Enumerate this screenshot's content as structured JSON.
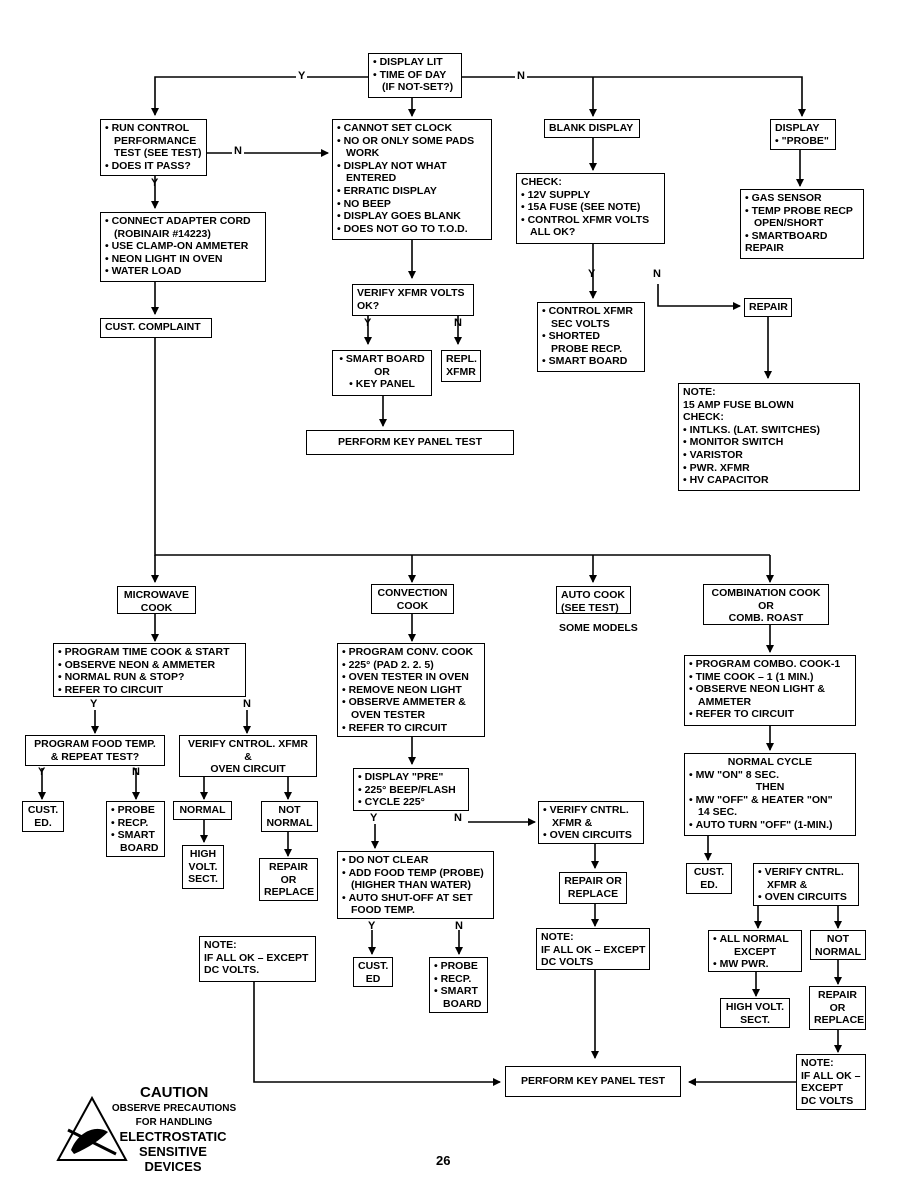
{
  "boxes": {
    "b_start": {
      "lines": [
        {
          "t": "DISPLAY LIT",
          "b": true
        },
        {
          "t": "TIME OF DAY",
          "b": true
        },
        {
          "t": "(IF NOT-SET?)",
          "c": true
        }
      ]
    },
    "b_run": {
      "lines": [
        {
          "t": "RUN CONTROL",
          "b": true
        },
        {
          "t": "PERFORMANCE",
          "c": true
        },
        {
          "t": "TEST (SEE TEST)",
          "c": true
        },
        {
          "t": "DOES IT PASS?",
          "b": true
        }
      ]
    },
    "b_cannot": {
      "lines": [
        {
          "t": "CANNOT SET CLOCK",
          "b": true
        },
        {
          "t": "NO OR ONLY SOME PADS",
          "b": true
        },
        {
          "t": "WORK",
          "c": true
        },
        {
          "t": "DISPLAY NOT WHAT",
          "b": true
        },
        {
          "t": "ENTERED",
          "c": true
        },
        {
          "t": "ERRATIC DISPLAY",
          "b": true
        },
        {
          "t": "NO BEEP",
          "b": true
        },
        {
          "t": "DISPLAY GOES BLANK",
          "b": true
        },
        {
          "t": "DOES NOT GO TO T.O.D.",
          "b": true
        }
      ]
    },
    "b_blank": {
      "lines": [
        {
          "t": "BLANK DISPLAY"
        }
      ]
    },
    "b_probe": {
      "lines": [
        {
          "t": "DISPLAY"
        },
        {
          "t": "\"PROBE\"",
          "b": true
        }
      ]
    },
    "b_connect": {
      "lines": [
        {
          "t": "CONNECT ADAPTER CORD",
          "b": true
        },
        {
          "t": "(ROBINAIR #14223)",
          "c": true
        },
        {
          "t": "USE CLAMP-ON AMMETER",
          "b": true
        },
        {
          "t": "NEON LIGHT IN OVEN",
          "b": true
        },
        {
          "t": "WATER LOAD",
          "b": true
        }
      ]
    },
    "b_check": {
      "lines": [
        {
          "t": "CHECK:"
        },
        {
          "t": "12V SUPPLY",
          "b": true
        },
        {
          "t": "15A FUSE (SEE NOTE)",
          "b": true
        },
        {
          "t": "CONTROL XFMR VOLTS",
          "b": true
        },
        {
          "t": "ALL OK?",
          "c": true
        }
      ]
    },
    "b_gas": {
      "lines": [
        {
          "t": "GAS SENSOR",
          "b": true
        },
        {
          "t": "TEMP PROBE RECP",
          "b": true
        },
        {
          "t": "OPEN/SHORT",
          "c": true
        },
        {
          "t": "SMARTBOARD",
          "b": true
        },
        {
          "t": "REPAIR"
        }
      ]
    },
    "b_verify": {
      "lines": [
        {
          "t": "VERIFY XFMR VOLTS"
        },
        {
          "t": "OK?"
        }
      ]
    },
    "b_cust": {
      "lines": [
        {
          "t": "CUST. COMPLAINT"
        }
      ]
    },
    "b_ctrlx": {
      "lines": [
        {
          "t": "CONTROL XFMR",
          "b": true
        },
        {
          "t": "SEC VOLTS",
          "c": true
        },
        {
          "t": "SHORTED",
          "b": true
        },
        {
          "t": "PROBE RECP.",
          "c": true
        },
        {
          "t": "SMART BOARD",
          "b": true
        }
      ]
    },
    "b_repair1": {
      "lines": [
        {
          "t": "REPAIR"
        }
      ]
    },
    "b_smart": {
      "lines": [
        {
          "t": "SMART BOARD",
          "b": true
        },
        {
          "t": "OR"
        },
        {
          "t": "KEY PANEL",
          "b": true
        }
      ]
    },
    "b_repl": {
      "lines": [
        {
          "t": "REPL."
        },
        {
          "t": "XFMR"
        }
      ]
    },
    "b_pkp1": {
      "lines": [
        {
          "t": "PERFORM KEY PANEL TEST"
        }
      ]
    },
    "b_note1": {
      "lines": [
        {
          "t": "NOTE:"
        },
        {
          "t": "15 AMP FUSE BLOWN"
        },
        {
          "t": "CHECK:"
        },
        {
          "t": "INTLKS. (LAT. SWITCHES)",
          "b": true
        },
        {
          "t": "MONITOR SWITCH",
          "b": true
        },
        {
          "t": "VARISTOR",
          "b": true
        },
        {
          "t": "PWR. XFMR",
          "b": true
        },
        {
          "t": "HV CAPACITOR",
          "b": true
        }
      ]
    },
    "b_mw": {
      "lines": [
        {
          "t": "MICROWAVE"
        },
        {
          "t": "COOK"
        }
      ]
    },
    "b_conv": {
      "lines": [
        {
          "t": "CONVECTION"
        },
        {
          "t": "COOK"
        }
      ]
    },
    "b_auto": {
      "lines": [
        {
          "t": "AUTO COOK"
        },
        {
          "t": "(SEE TEST)"
        }
      ]
    },
    "b_comb": {
      "lines": [
        {
          "t": "COMBINATION COOK"
        },
        {
          "t": "OR"
        },
        {
          "t": "COMB. ROAST"
        }
      ]
    },
    "b_prog_mw": {
      "lines": [
        {
          "t": "PROGRAM TIME COOK & START",
          "b": true
        },
        {
          "t": "OBSERVE NEON & AMMETER",
          "b": true
        },
        {
          "t": "NORMAL RUN & STOP?",
          "b": true
        },
        {
          "t": "REFER TO CIRCUIT",
          "b": true
        }
      ]
    },
    "b_prog_conv": {
      "lines": [
        {
          "t": "PROGRAM CONV. COOK",
          "b": true
        },
        {
          "t": "225° (PAD 2. 2. 5)",
          "b": true
        },
        {
          "t": "OVEN TESTER IN OVEN",
          "b": true
        },
        {
          "t": "REMOVE NEON LIGHT",
          "b": true
        },
        {
          "t": "OBSERVE AMMETER &",
          "b": true
        },
        {
          "t": "OVEN TESTER",
          "c": true
        },
        {
          "t": "REFER TO CIRCUIT",
          "b": true
        }
      ]
    },
    "b_prog_comb": {
      "lines": [
        {
          "t": "PROGRAM COMBO. COOK-1",
          "b": true
        },
        {
          "t": "TIME COOK – 1 (1 MIN.)",
          "b": true
        },
        {
          "t": "OBSERVE NEON LIGHT &",
          "b": true
        },
        {
          "t": "AMMETER",
          "c": true
        },
        {
          "t": "REFER TO CIRCUIT",
          "b": true
        }
      ]
    },
    "b_food": {
      "lines": [
        {
          "t": "PROGRAM FOOD TEMP."
        },
        {
          "t": "& REPEAT TEST?"
        }
      ]
    },
    "b_vcx": {
      "lines": [
        {
          "t": "VERIFY CNTROL. XFMR"
        },
        {
          "t": "&"
        },
        {
          "t": "OVEN CIRCUIT"
        }
      ]
    },
    "b_dpre": {
      "lines": [
        {
          "t": "DISPLAY \"PRE\"",
          "b": true
        },
        {
          "t": "225° BEEP/FLASH",
          "b": true
        },
        {
          "t": "CYCLE 225°",
          "b": true
        }
      ]
    },
    "b_normcyc": {
      "lines": [
        {
          "t": "NORMAL CYCLE",
          "ctr": true
        },
        {
          "t": "MW \"ON\" 8 SEC.",
          "b": true
        },
        {
          "t": "THEN",
          "ctr": true
        },
        {
          "t": "MW \"OFF\" & HEATER \"ON\"",
          "b": true
        },
        {
          "t": "14 SEC.",
          "c": true
        },
        {
          "t": "AUTO TURN \"OFF\" (1-MIN.)",
          "b": true
        }
      ]
    },
    "b_custed1": {
      "lines": [
        {
          "t": "CUST."
        },
        {
          "t": "ED."
        }
      ]
    },
    "b_probe2": {
      "lines": [
        {
          "t": "PROBE",
          "b": true
        },
        {
          "t": "RECP.",
          "b": true
        },
        {
          "t": "SMART",
          "b": true
        },
        {
          "t": "BOARD",
          "c": true
        }
      ]
    },
    "b_normal": {
      "lines": [
        {
          "t": "NORMAL"
        }
      ]
    },
    "b_notnormal": {
      "lines": [
        {
          "t": "NOT"
        },
        {
          "t": "NORMAL"
        }
      ]
    },
    "b_vco": {
      "lines": [
        {
          "t": "VERIFY CNTRL.",
          "b": true
        },
        {
          "t": "XFMR &",
          "c": true
        },
        {
          "t": "OVEN CIRCUITS",
          "b": true
        }
      ]
    },
    "b_hv1": {
      "lines": [
        {
          "t": "HIGH"
        },
        {
          "t": "VOLT."
        },
        {
          "t": "SECT."
        }
      ]
    },
    "b_rep1": {
      "lines": [
        {
          "t": "REPAIR"
        },
        {
          "t": "OR"
        },
        {
          "t": "REPLACE"
        }
      ]
    },
    "b_dnc": {
      "lines": [
        {
          "t": "DO NOT CLEAR",
          "b": true
        },
        {
          "t": "ADD FOOD TEMP (PROBE)",
          "b": true
        },
        {
          "t": "(HIGHER THAN WATER)",
          "c": true
        },
        {
          "t": "AUTO SHUT-OFF AT SET",
          "b": true
        },
        {
          "t": "FOOD TEMP.",
          "c": true
        }
      ]
    },
    "b_rep2": {
      "lines": [
        {
          "t": "REPAIR OR"
        },
        {
          "t": "REPLACE"
        }
      ]
    },
    "b_custed2": {
      "lines": [
        {
          "t": "CUST."
        },
        {
          "t": "ED."
        }
      ]
    },
    "b_vco2": {
      "lines": [
        {
          "t": "VERIFY CNTRL.",
          "b": true
        },
        {
          "t": "XFMR &",
          "c": true
        },
        {
          "t": "OVEN CIRCUITS",
          "b": true
        }
      ]
    },
    "b_note2": {
      "lines": [
        {
          "t": "NOTE:"
        },
        {
          "t": "IF ALL OK – EXCEPT"
        },
        {
          "t": "DC VOLTS."
        }
      ]
    },
    "b_custed3": {
      "lines": [
        {
          "t": "CUST."
        },
        {
          "t": "ED"
        }
      ]
    },
    "b_probe3": {
      "lines": [
        {
          "t": "PROBE",
          "b": true
        },
        {
          "t": "RECP.",
          "b": true
        },
        {
          "t": "SMART",
          "b": true
        },
        {
          "t": "BOARD",
          "c": true
        }
      ]
    },
    "b_note3": {
      "lines": [
        {
          "t": "NOTE:"
        },
        {
          "t": "IF ALL OK – EXCEPT"
        },
        {
          "t": "DC VOLTS"
        }
      ]
    },
    "b_allnormal": {
      "lines": [
        {
          "t": "ALL NORMAL",
          "b": true
        },
        {
          "t": "EXCEPT",
          "ctr": true
        },
        {
          "t": "MW PWR.",
          "b": true
        }
      ]
    },
    "b_notnormal2": {
      "lines": [
        {
          "t": "NOT"
        },
        {
          "t": "NORMAL"
        }
      ]
    },
    "b_hv2": {
      "lines": [
        {
          "t": "HIGH VOLT."
        },
        {
          "t": "SECT."
        }
      ]
    },
    "b_rep3": {
      "lines": [
        {
          "t": "REPAIR"
        },
        {
          "t": "OR"
        },
        {
          "t": "REPLACE"
        }
      ]
    },
    "b_pkp2": {
      "lines": [
        {
          "t": "PERFORM KEY PANEL TEST"
        }
      ]
    },
    "b_note4": {
      "lines": [
        {
          "t": "NOTE:"
        },
        {
          "t": "IF ALL OK –"
        },
        {
          "t": "EXCEPT"
        },
        {
          "t": "DC VOLTS"
        }
      ]
    }
  },
  "labels": {
    "y1": "Y",
    "n1": "N",
    "n2": "N",
    "y2": "Y",
    "y3": "Y",
    "n3": "N",
    "y4": "Y",
    "n4": "N",
    "y5": "Y",
    "n5": "N",
    "y6": "Y",
    "n6": "N",
    "y7": "Y",
    "n7": "N",
    "y8": "Y",
    "n8": "N"
  },
  "some_models": "SOME MODELS",
  "caution": {
    "title": "CAUTION",
    "line1": "OBSERVE PRECAUTIONS",
    "line2": "FOR HANDLING",
    "line3": "ELECTROSTATIC",
    "line4": "SENSITIVE",
    "line5": "DEVICES"
  },
  "page_number": "26"
}
